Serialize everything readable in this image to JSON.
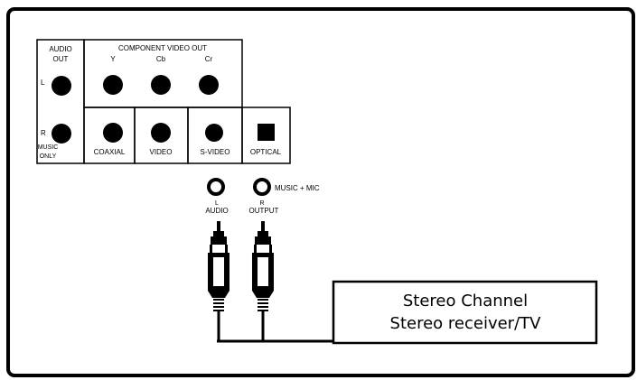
{
  "panel": {
    "audio_out": {
      "title_line1": "AUDIO",
      "title_line2": "OUT",
      "left_label": "L",
      "right_label": "R",
      "note_line1": "MUSIC",
      "note_line2": "ONLY"
    },
    "component_video": {
      "title": "COMPONENT VIDEO OUT",
      "jacks": [
        "Y",
        "Cb",
        "Cr"
      ]
    },
    "ports": [
      "COAXIAL",
      "VIDEO",
      "S-VIDEO",
      "OPTICAL"
    ],
    "audio_output": {
      "left_jack_label": "L",
      "right_jack_label": "R",
      "caption_left": "AUDIO",
      "caption_right": "OUTPUT",
      "note": "MUSIC + MIC"
    }
  },
  "receiver": {
    "line1": "Stereo Channel",
    "line2": "Stereo receiver/TV"
  },
  "colors": {
    "line": "#000000",
    "background": "#ffffff"
  }
}
